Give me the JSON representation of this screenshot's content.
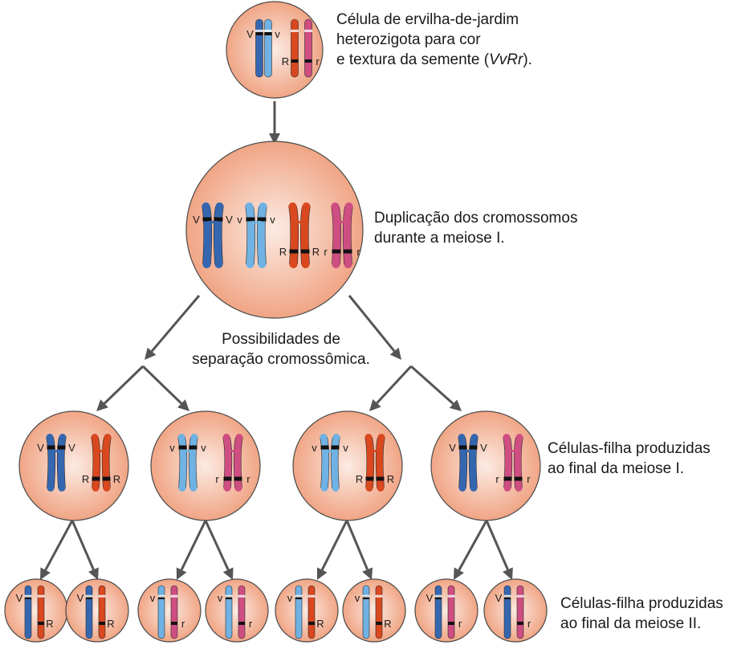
{
  "colors": {
    "blue_dark": "#3567b0",
    "blue_light": "#6fb2e3",
    "orange": "#d9481f",
    "pink": "#cf4e82",
    "cell_fill": "#f0a585",
    "cell_center": "#fcebe3",
    "cell_stroke": "#4a4a4a",
    "arrow": "#555555",
    "band": "#111111"
  },
  "alleles": {
    "V": "V",
    "v": "v",
    "R": "R",
    "r": "r"
  },
  "labels": {
    "initial_line1": "Célula de ervilha-de-jardim",
    "initial_line2": "heterozigota para cor",
    "initial_line3_pre": "e textura da semente (",
    "initial_line3_italic": "VvRr",
    "initial_line3_post": ").",
    "duplication_line1": "Duplicação dos cromossomos",
    "duplication_line2": "durante a meiose I.",
    "separation_line1": "Possibilidades de",
    "separation_line2": "separação cromossômica.",
    "meiosis1_line1": "Células-filha produzidas",
    "meiosis1_line2": "ao final da meiose I.",
    "meiosis2_line1": "Células-filha produzidas",
    "meiosis2_line2": "ao final da meiose II."
  }
}
